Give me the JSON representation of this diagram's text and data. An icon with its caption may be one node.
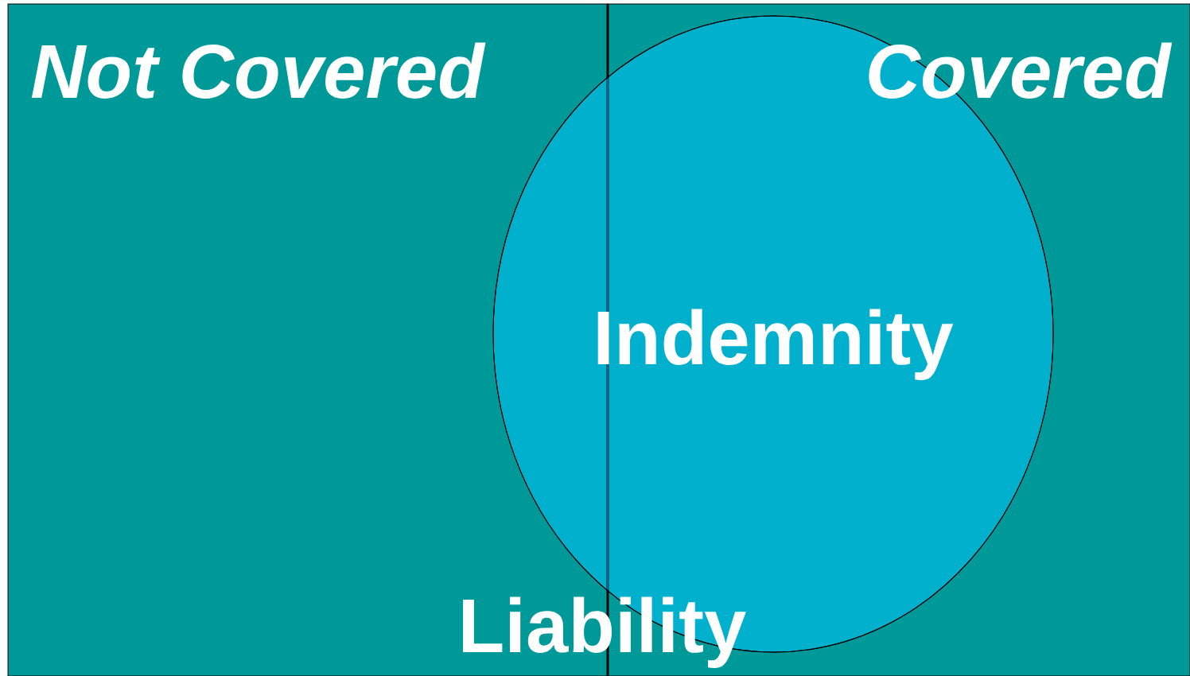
{
  "diagram": {
    "nodes": [
      {
        "text": [
          "Not Covered"
        ]
      },
      {
        "text": [
          "Covered"
        ]
      },
      {
        "text": [
          "Indemnity"
        ]
      }
    ],
    "labels": [
      "Liability"
    ]
  }
}
